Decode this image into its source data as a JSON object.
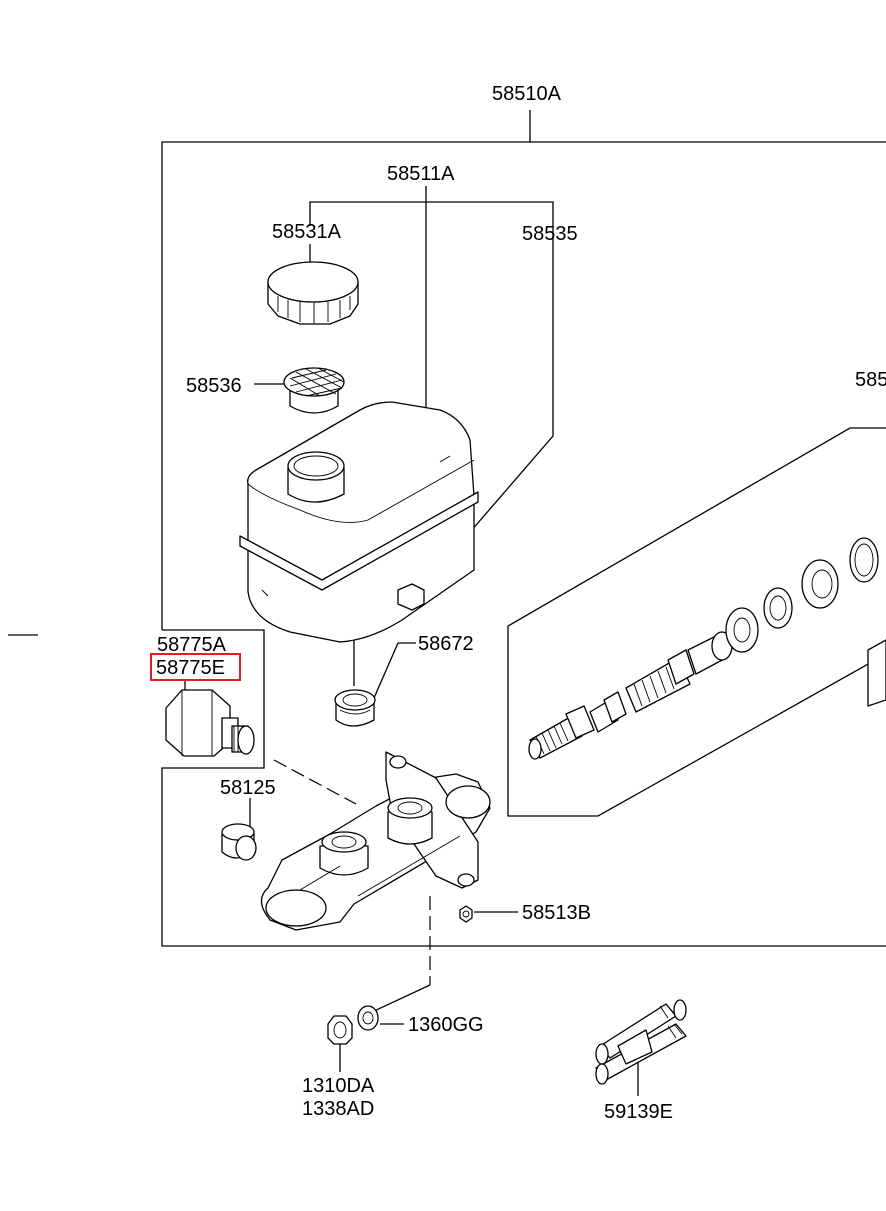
{
  "labels": {
    "assembly": "58510A",
    "reservoir": "58511A",
    "cap": "58531A",
    "reservoir_part": "58535",
    "strainer": "58536",
    "right_partial": "585",
    "grommet": "58672",
    "fitting_a": "58775A",
    "fitting_e": "58775E",
    "plug": "58125",
    "nut_small": "58513B",
    "washer": "1360GG",
    "nut_a": "1310DA",
    "nut_b": "1338AD",
    "hose": "59139E"
  },
  "highlight": {
    "target": "58775E",
    "color": "#e02020"
  }
}
